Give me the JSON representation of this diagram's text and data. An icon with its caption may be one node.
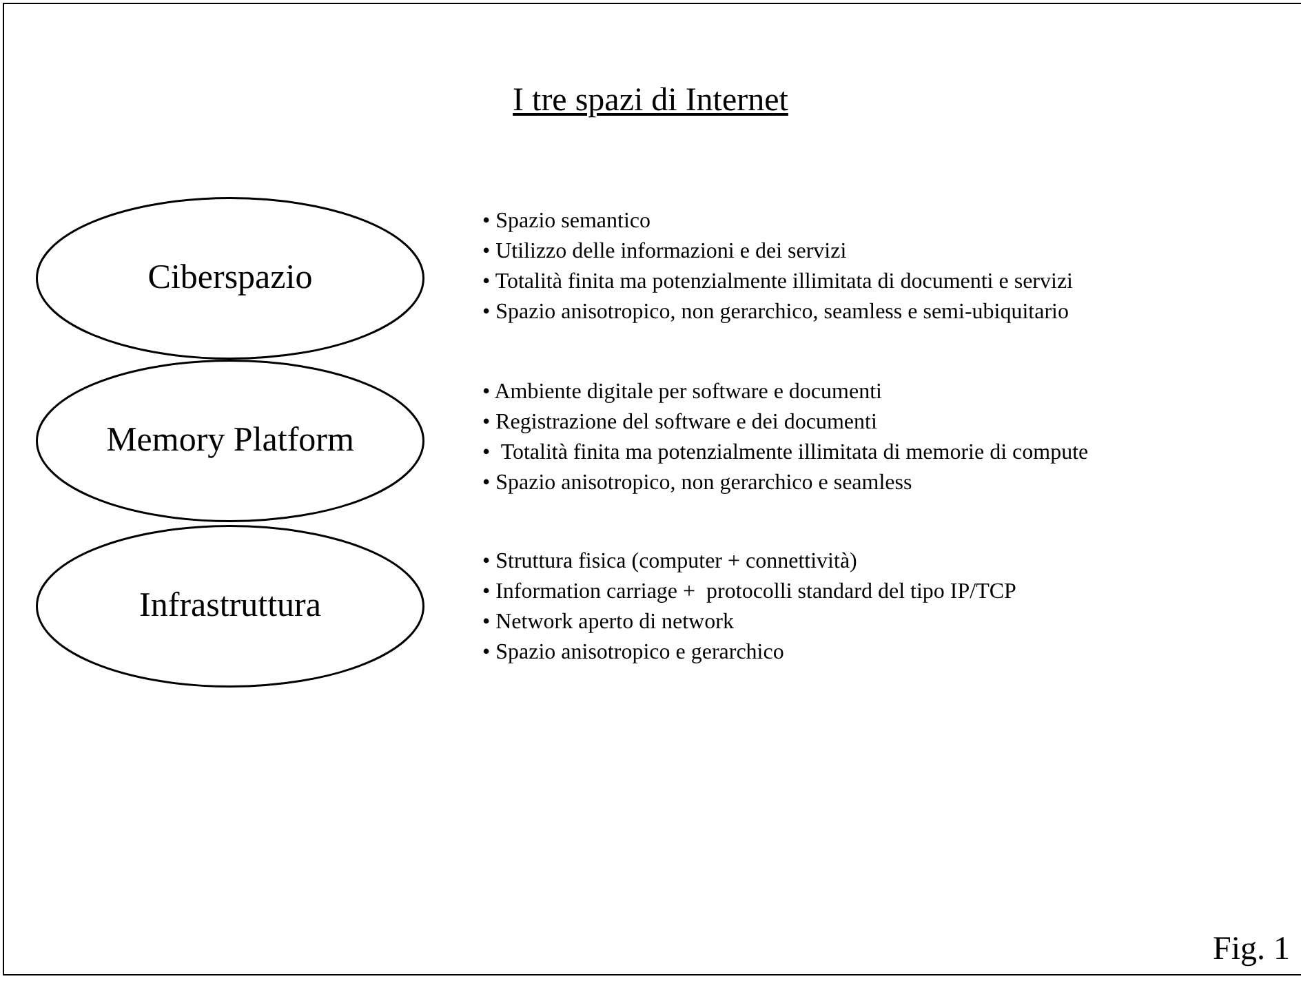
{
  "diagram": {
    "title": "I tre spazi di Internet",
    "caption": "Fig. 1",
    "nodes": [
      {
        "text": [
          "Ciberspazio"
        ],
        "beside": [
          "• Spazio semantico",
          "• Utilizzo delle informazioni e dei servizi",
          "• Totalità finita ma potenzialmente illimitata di documenti e servizi",
          "• Spazio anisotropico, non gerarchico, seamless e semi-ubiquitario"
        ]
      },
      {
        "text": [
          "Memory Platform"
        ],
        "beside": [
          "• Ambiente digitale per software e documenti",
          "• Registrazione del software e dei documenti",
          "•  Totalità finita ma potenzialmente illimitata di memorie di compute",
          "• Spazio anisotropico, non gerarchico e seamless"
        ]
      },
      {
        "text": [
          "Infrastruttura"
        ],
        "beside": [
          "• Struttura fisica (computer + connettività)",
          "• Information carriage +  protocolli standard del tipo IP/TCP",
          "• Network aperto di network",
          "• Spazio anisotropico e gerarchico"
        ]
      }
    ]
  }
}
